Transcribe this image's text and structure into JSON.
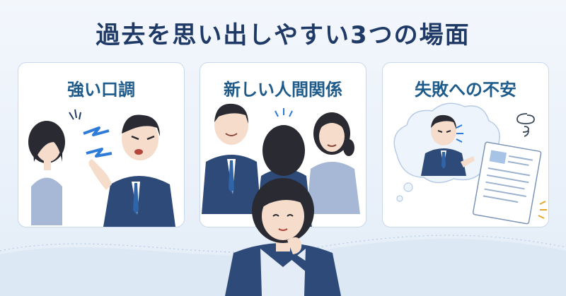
{
  "title": "過去を思い出しやすい3つの場面",
  "panels": [
    {
      "title": "強い口調",
      "icon": "angry-boss-scene"
    },
    {
      "title": "新しい人間関係",
      "icon": "new-colleagues-scene"
    },
    {
      "title": "失敗への不安",
      "icon": "worry-thought-scene"
    }
  ],
  "colors": {
    "title": "#1f3a66",
    "panel_title": "#1f5b8a",
    "suit": "#2d4a78",
    "accent": "#2f7bd8"
  }
}
